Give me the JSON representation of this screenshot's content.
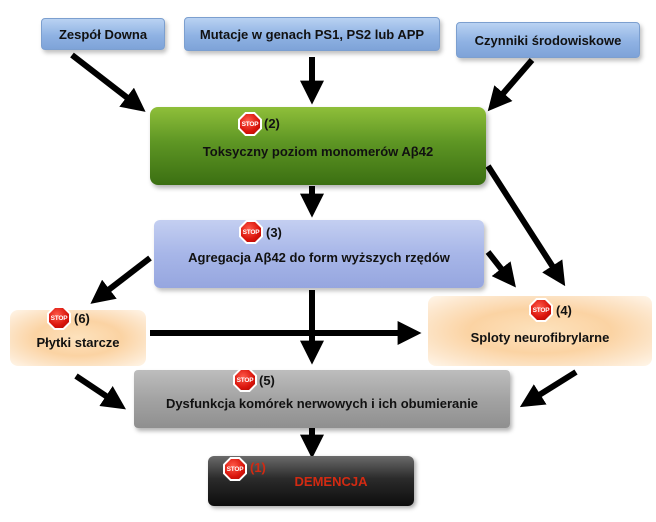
{
  "causes": {
    "down": "Zespół Downa",
    "mutations": "Mutacje w genach PS1, PS2 lub APP",
    "environment": "Czynniki środowiskowe"
  },
  "steps": {
    "toxic": {
      "label": "Toksyczny poziom monomerów Aβ42",
      "num": "(2)"
    },
    "aggregation": {
      "label": "Agregacja Aβ42 do form wyższych rzędów",
      "num": "(3)"
    },
    "plaques": {
      "label": "Płytki starcze",
      "num": "(6)"
    },
    "tangles": {
      "label": "Sploty neurofibrylarne",
      "num": "(4)"
    },
    "dysfunction": {
      "label": "Dysfunkcja komórek nerwowych i ich obumieranie",
      "num": "(5)"
    },
    "dementia": {
      "label": "DEMENCJA",
      "num": "(1)"
    }
  },
  "stop_sign_text": "STOP",
  "colors": {
    "cause_box": "#8fb2e3",
    "toxic_box": "#5e9624",
    "aggregation_box": "#a7b6e8",
    "outcome_box": "#fbd3a3",
    "dysfunction_box": "#a3a3a3",
    "dementia_box": "#1a1a1a",
    "dementia_text": "#d22a12",
    "stop_sign": "#d9140b",
    "arrow": "#000000"
  }
}
